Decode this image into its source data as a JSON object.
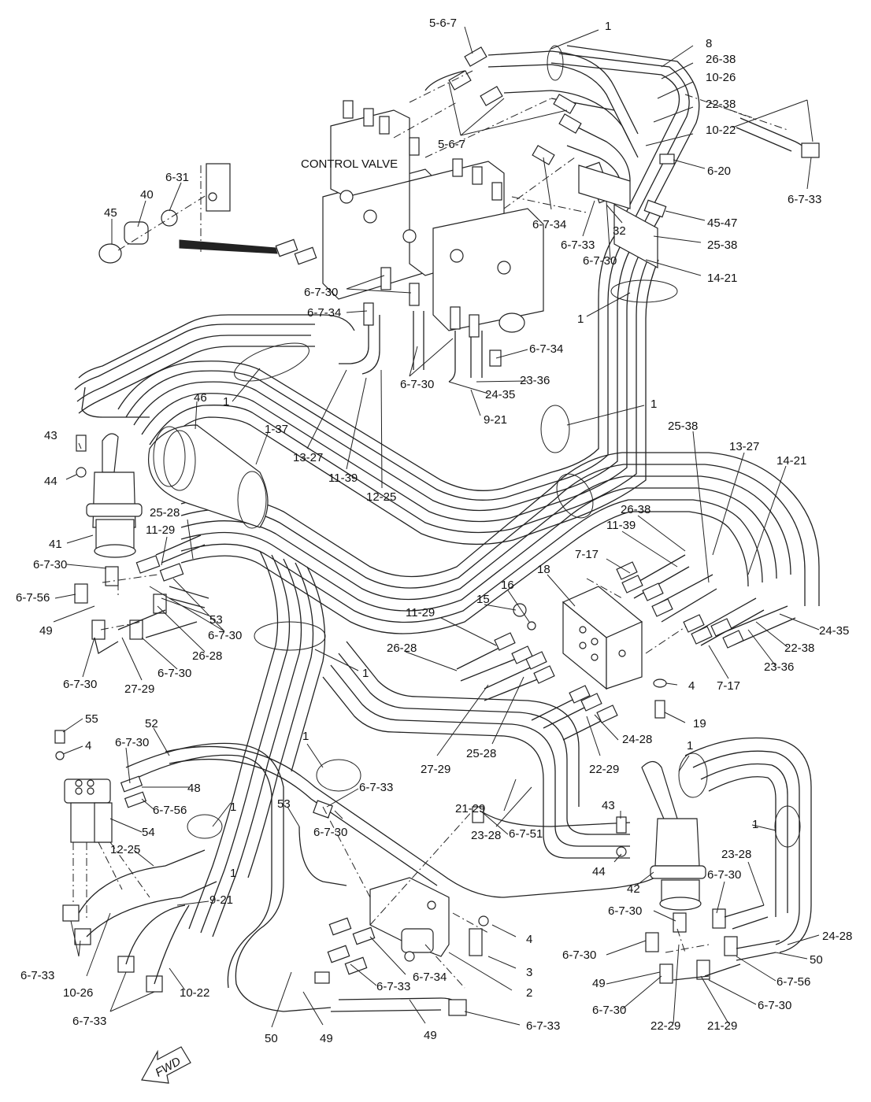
{
  "title": "CONTROL VALVE",
  "direction_label": "FWD",
  "callouts": {
    "c_567_top": "5-6-7",
    "c_1_top": "1",
    "c_8": "8",
    "c_2638_top": "26-38",
    "c_1026_top": "10-26",
    "c_2238_top": "22-38",
    "c_1022_top": "10-22",
    "c_620": "6-20",
    "c_6733_tr": "6-7-33",
    "c_4547": "45-47",
    "c_2538_r": "25-38",
    "c_1421_r": "14-21",
    "c_32": "32",
    "c_6733_mid": "6-7-33",
    "c_6730_mid": "6-7-30",
    "c_6734_r": "6-7-34",
    "c_567_mid": "5-6-7",
    "c_631": "6-31",
    "c_40": "40",
    "c_45": "45",
    "c_1_leftvalve": "1",
    "c_6730_valve": "6-7-30",
    "c_6734_valve": "6-7-34",
    "c_6734_valve2": "6-7-34",
    "c_2336_top": "23-36",
    "c_2435_top": "24-35",
    "c_921_top": "9-21",
    "c_6730_center": "6-7-30",
    "c_1_center": "1",
    "c_1_right": "1",
    "c_46": "46",
    "c_137": "1-37",
    "c_1327_l": "13-27",
    "c_1139_l": "11-39",
    "c_1225_l": "12-25",
    "c_43_l": "43",
    "c_44_l": "44",
    "c_41": "41",
    "c_2528_l": "25-28",
    "c_1129_l": "11-29",
    "c_6730_l1": "6-7-30",
    "c_6756_l": "6-7-56",
    "c_49_l": "49",
    "c_53_l": "53",
    "c_6730_l2": "6-7-30",
    "c_2628_l": "26-28",
    "c_6730_l3": "6-7-30",
    "c_6730_l4": "6-7-30",
    "c_2729_l": "27-29",
    "c_1_mid": "1",
    "c_2538_mr": "25-38",
    "c_1327_mr": "13-27",
    "c_1421_mr": "14-21",
    "c_2638_mr": "26-38",
    "c_1139_mr": "11-39",
    "c_717_a": "7-17",
    "c_18": "18",
    "c_16": "16",
    "c_15": "15",
    "c_1129_c": "11-29",
    "c_2628_c": "26-28",
    "c_2435_r": "24-35",
    "c_2238_r": "22-38",
    "c_2336_r": "23-36",
    "c_717_b": "7-17",
    "c_4": "4",
    "c_19": "19",
    "c_1_lowmid": "1",
    "c_2729_c": "27-29",
    "c_2528_c": "25-28",
    "c_2428": "24-28",
    "c_2229_c": "22-29",
    "c_2129_c": "21-29",
    "c_2328_c": "23-28",
    "c_55": "55",
    "c_4_l": "4",
    "c_52": "52",
    "c_6730_ll": "6-7-30",
    "c_48": "48",
    "c_6756_ll": "6-7-56",
    "c_54": "54",
    "c_1225_ll": "12-25",
    "c_1_ll": "1",
    "c_1_lowc": "1",
    "c_53_c": "53",
    "c_6733_c": "6-7-33",
    "c_6730_c": "6-7-30",
    "c_6751": "6-7-51",
    "c_921_ll": "9-21",
    "c_6733_lla": "6-7-33",
    "c_1026_ll": "10-26",
    "c_1022_ll": "10-22",
    "c_6733_llb": "6-7-33",
    "c_4_c": "4",
    "c_3": "3",
    "c_2": "2",
    "c_6734_c": "6-7-34",
    "c_6733_c2": "6-7-33",
    "c_6733_c3": "6-7-33",
    "c_50_c": "50",
    "c_49_c1": "49",
    "c_49_c2": "49",
    "c_1_rj": "1",
    "c_43_r": "43",
    "c_44_r": "44",
    "c_42": "42",
    "c_1_rr": "1",
    "c_2328_r": "23-28",
    "c_6730_r1": "6-7-30",
    "c_6730_r2": "6-7-30",
    "c_6730_r3": "6-7-30",
    "c_49_r": "49",
    "c_2428_r": "24-28",
    "c_50_r": "50",
    "c_6756_r": "6-7-56",
    "c_6730_r4": "6-7-30",
    "c_6730_r5": "6-7-30",
    "c_2229_r": "22-29",
    "c_2129_r": "21-29"
  }
}
